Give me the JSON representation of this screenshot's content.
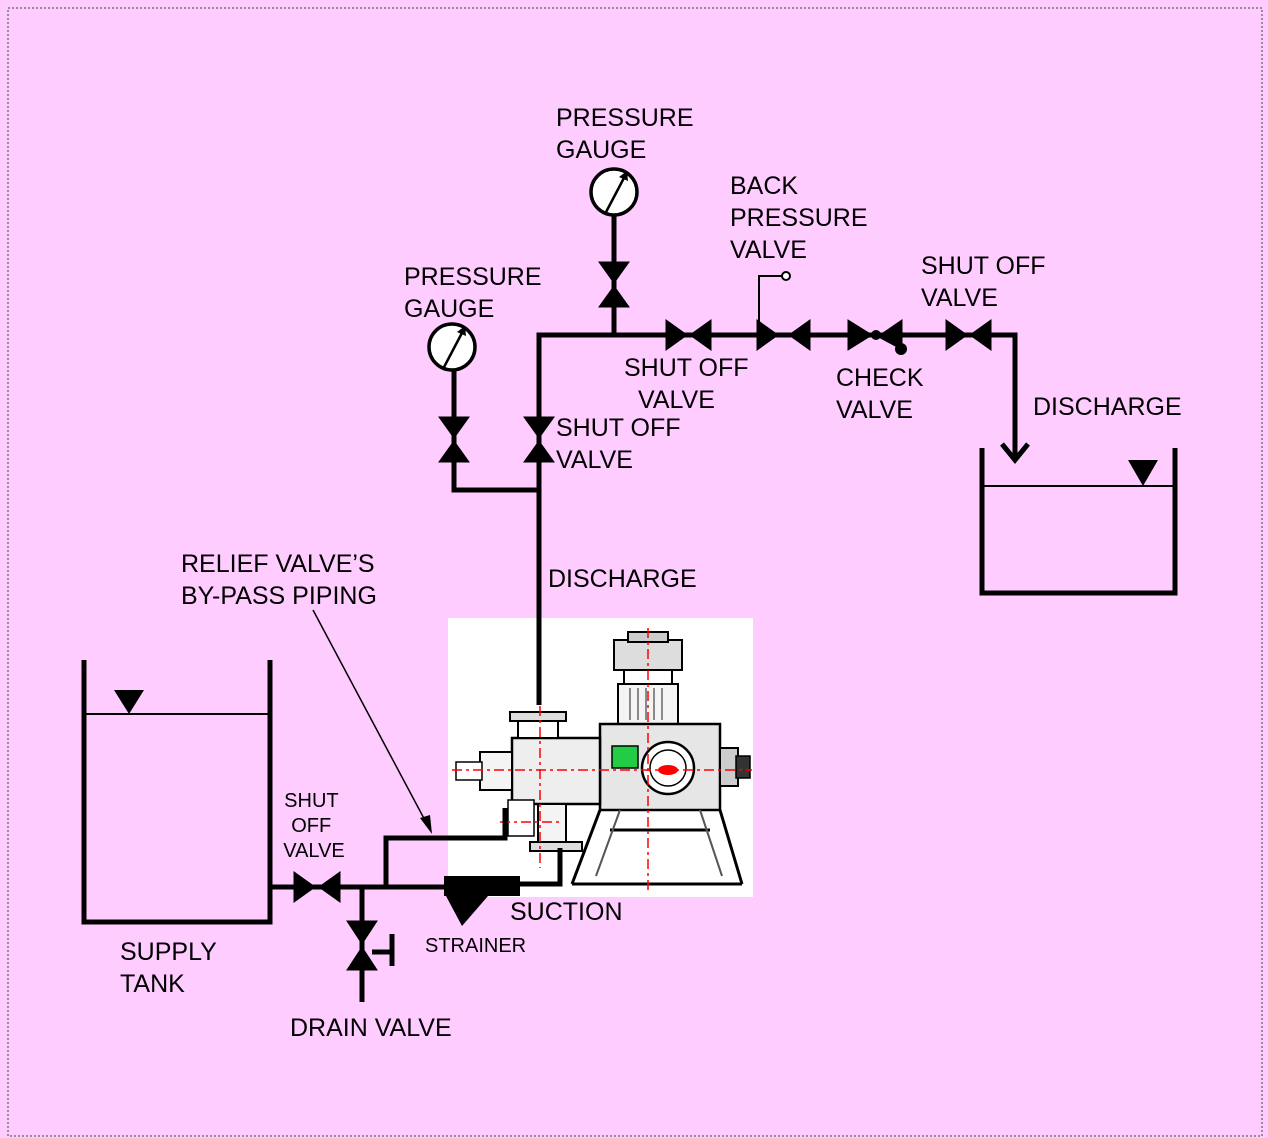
{
  "colors": {
    "background": "#ffccff",
    "border": "#777777",
    "line": "#000000",
    "pump_panel": "#ffffff",
    "centerline": "#ff0000",
    "green": "#22cc44"
  },
  "labels": {
    "pressure_gauge_top": [
      "PRESSURE",
      "GAUGE"
    ],
    "pressure_gauge_left": [
      "PRESSURE",
      "GAUGE"
    ],
    "back_pressure_valve": [
      "BACK",
      "PRESSURE",
      "VALVE"
    ],
    "shut_off_valve_right": [
      "SHUT  OFF",
      "VALVE"
    ],
    "shut_off_valve_mid": [
      "SHUT  OFF",
      "VALVE"
    ],
    "check_valve": [
      "CHECK",
      "VALVE"
    ],
    "shut_off_valve_vertical": [
      "SHUT  OFF",
      "VALVE"
    ],
    "discharge_right": "DISCHARGE",
    "discharge_main": "DISCHARGE",
    "relief_bypass": [
      "RELIEF  VALVE’S",
      "BY-PASS  PIPING"
    ],
    "shut_off_valve_supply": [
      "SHUT",
      "OFF",
      "VALVE"
    ],
    "suction": "SUCTION",
    "strainer": "STRAINER",
    "supply_tank": [
      "SUPPLY",
      "TANK"
    ],
    "drain_valve": "DRAIN  VALVE"
  }
}
